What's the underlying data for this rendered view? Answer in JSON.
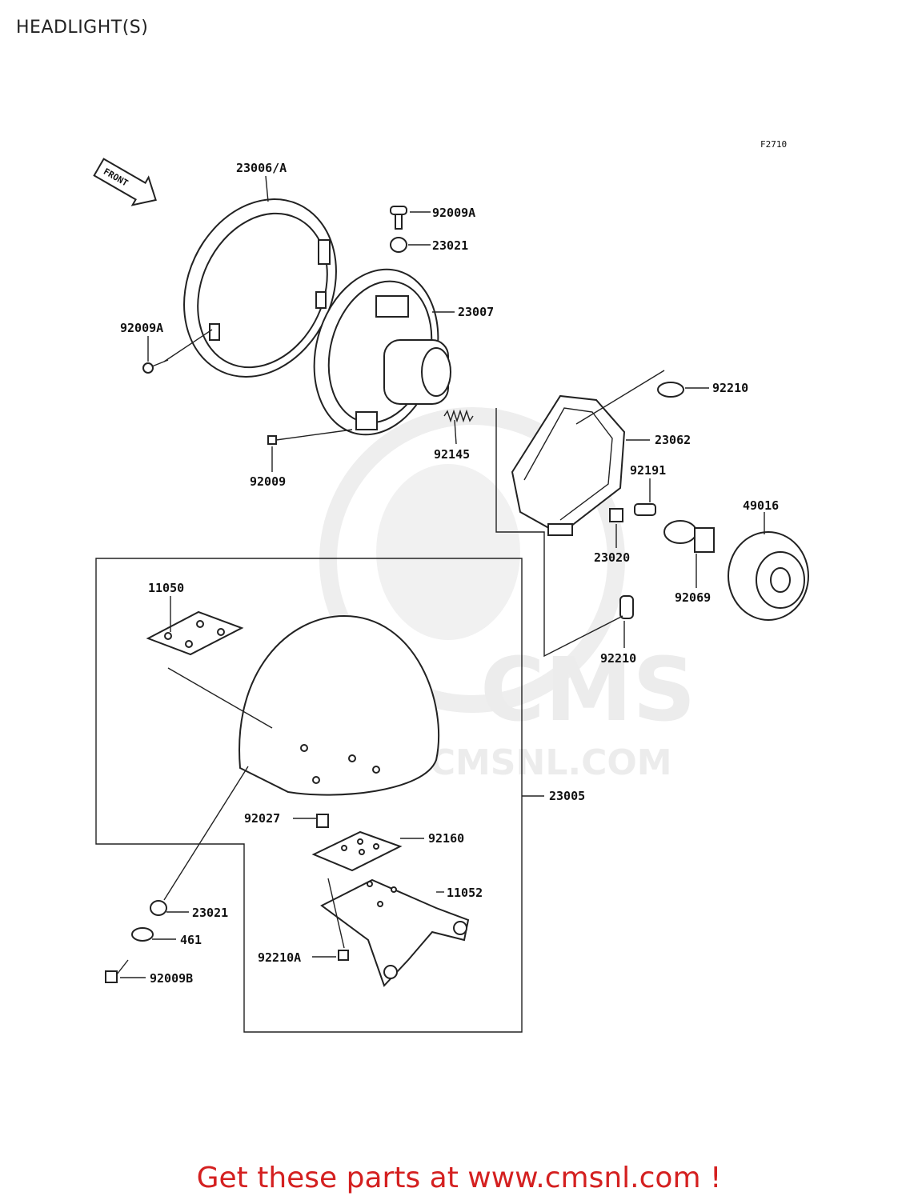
{
  "header": {
    "title": "HEADLIGHT(S)"
  },
  "diagram": {
    "figure_code": "F2710",
    "front_label": "FRONT",
    "watermark": {
      "brand": "CMS",
      "url": "WWW.CMSNL.COM"
    },
    "callouts": {
      "rim": "23006/A",
      "screw_top": "92009A",
      "grommet_top": "23021",
      "housing": "23007",
      "screw_left": "92009A",
      "spring": "92145",
      "screw_adjust": "92009",
      "nut_top": "92210",
      "bracket": "23062",
      "bulb_cap": "92191",
      "socket": "23020",
      "bulb": "92069",
      "cover": "49016",
      "nut_bottom": "92210",
      "plate_top": "11050",
      "shell": "23005",
      "collar": "92027",
      "plate_mid": "92160",
      "plate_bottom": "11052",
      "grommet_bottom": "23021",
      "washer": "461",
      "nut_a": "92210A",
      "bolt": "92009B"
    }
  },
  "footer": {
    "text": "Get these parts at www.cmsnl.com !"
  },
  "colors": {
    "footer_text": "#d42020",
    "line": "#222222",
    "watermark": "#ececec"
  }
}
